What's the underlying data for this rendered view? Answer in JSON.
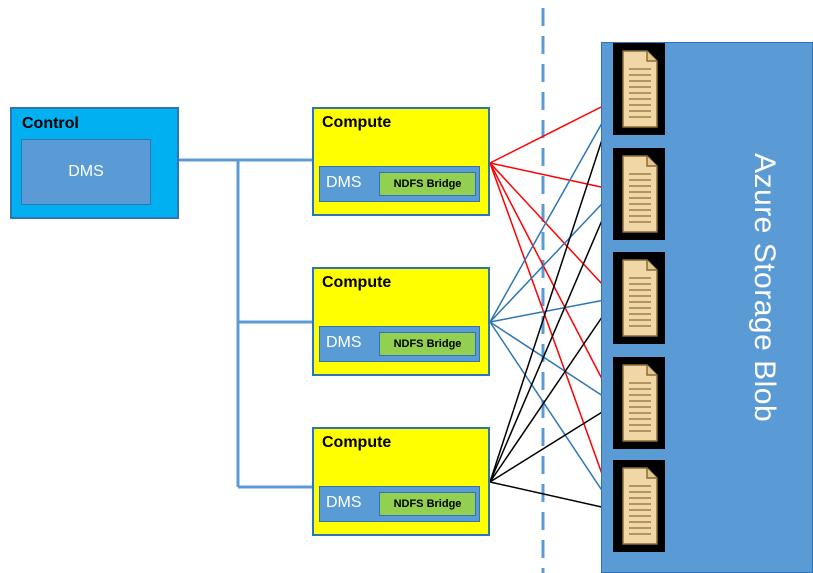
{
  "control": {
    "title": "Control",
    "dms_label": "DMS"
  },
  "computes": [
    {
      "title": "Compute",
      "dms_label": "DMS",
      "bridge_label": "NDFS Bridge"
    },
    {
      "title": "Compute",
      "dms_label": "DMS",
      "bridge_label": "NDFS Bridge"
    },
    {
      "title": "Compute",
      "dms_label": "DMS",
      "bridge_label": "NDFS Bridge"
    }
  ],
  "storage": {
    "label": "Azure Storage Blob",
    "file_icons": [
      "document-icon",
      "document-icon",
      "document-icon",
      "document-icon",
      "document-icon"
    ]
  },
  "colors": {
    "control_fill": "#00b0f0",
    "compute_fill": "#ffff00",
    "dms_fill": "#5b9bd5",
    "bridge_fill": "#92d050",
    "storage_fill": "#5b9bd5",
    "bus_line": "#5b9bd5",
    "divider": "#5b9bd5",
    "compute1_arrows": "#ff0000",
    "compute2_arrows": "#2e75b6",
    "compute3_arrows": "#000000"
  }
}
